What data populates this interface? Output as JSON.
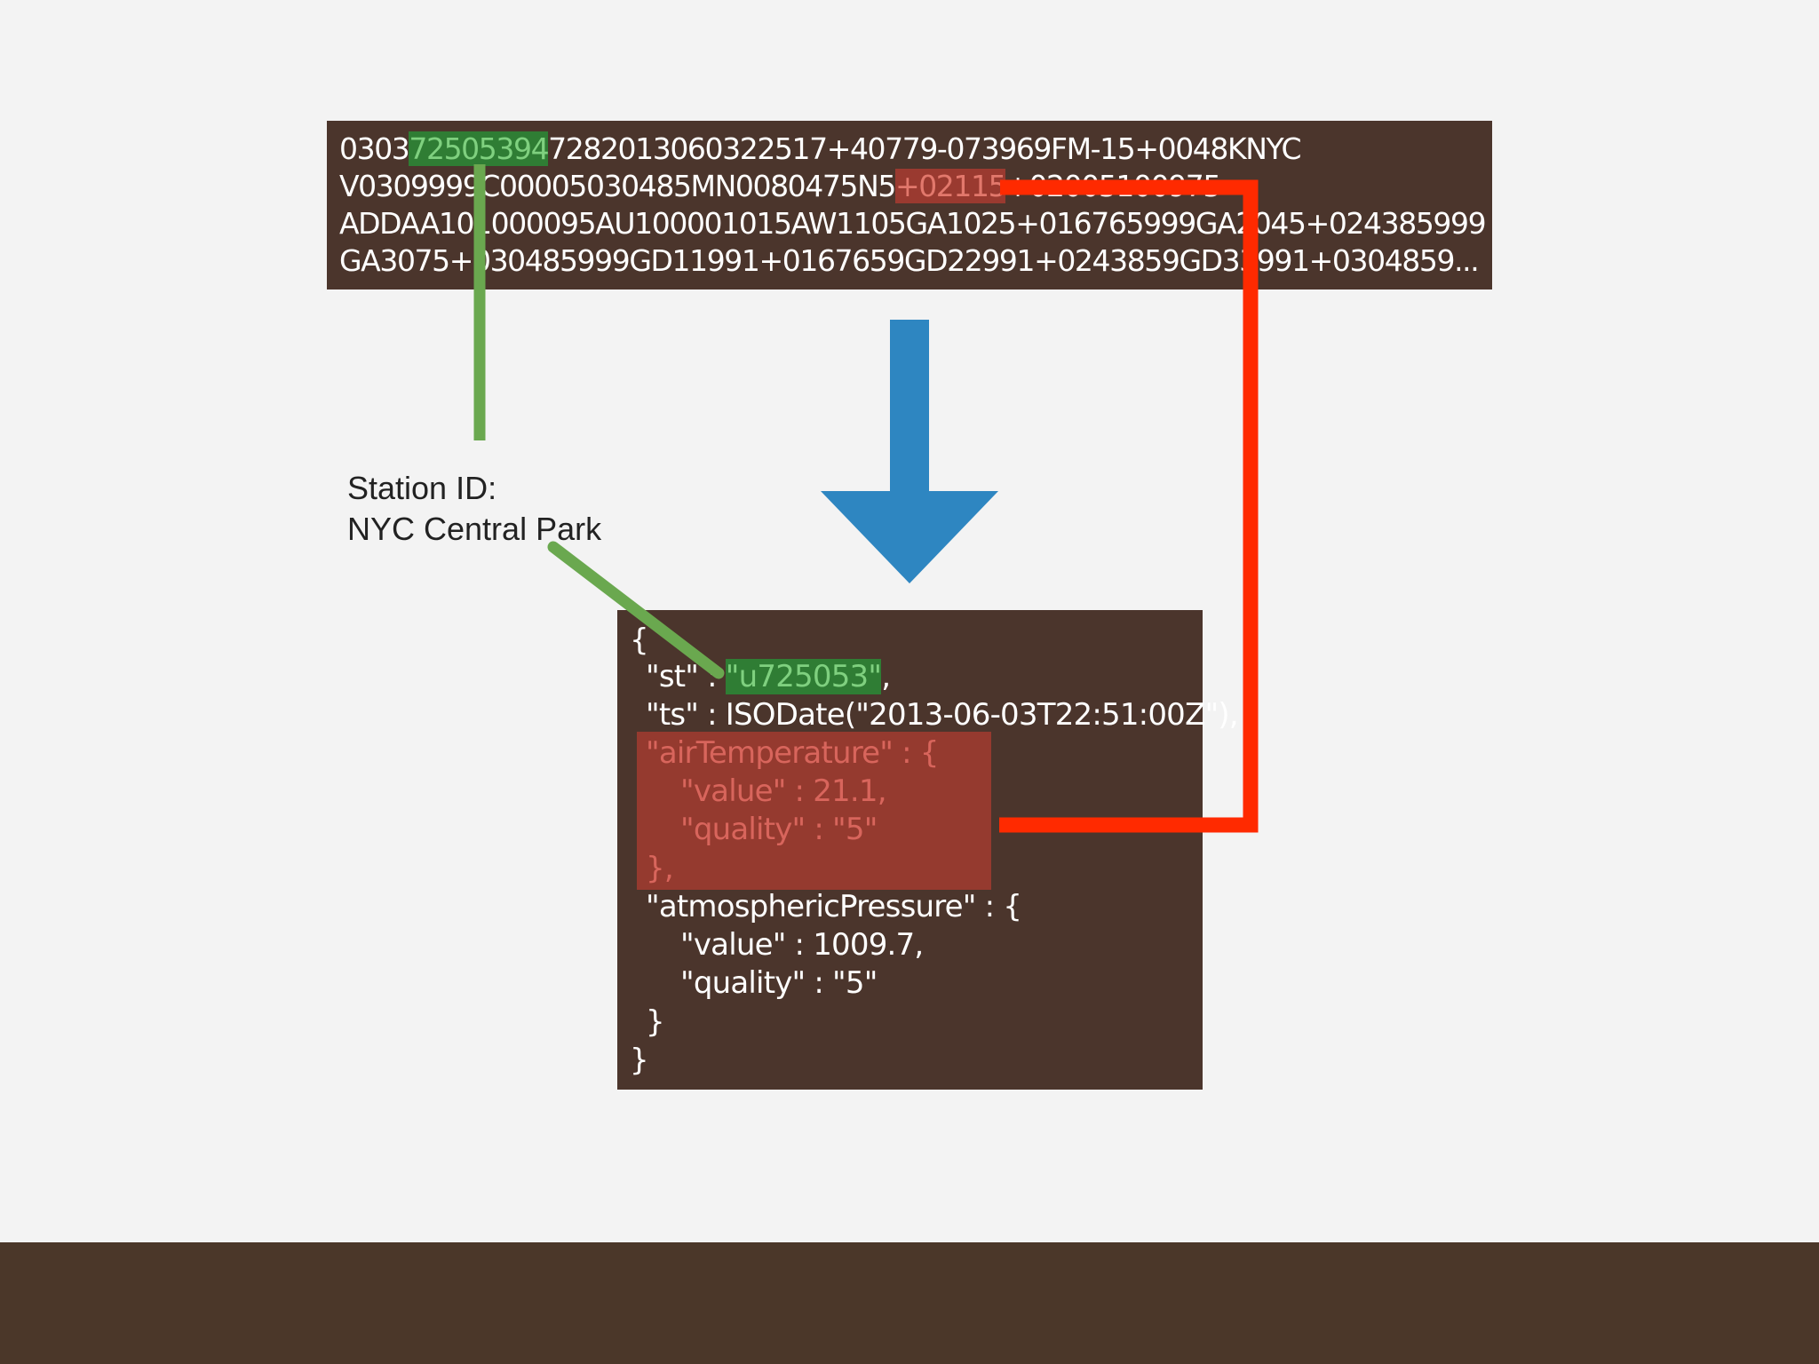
{
  "raw_record": {
    "line1": {
      "pre": "0303",
      "station_highlight": "725053",
      "mid": "94",
      "post": "7282013060322517+40779-073969FM-15+0048KNYC"
    },
    "line2": {
      "pre": "V0309999C00005030485MN0080475N5",
      "temp_highlight": "+02115",
      "post": "+02005100975"
    },
    "line3": "ADDAA101000095AU100001015AW1105GA1025+016765999GA2045+024385999",
    "line4": "GA3075+030485999GD11991+0167659GD22991+0243859GD33991+0304859..."
  },
  "station_label": {
    "line1": "Station ID:",
    "line2": "NYC Central Park"
  },
  "json_doc": {
    "open_brace": "{",
    "st_key": "\"st\" : ",
    "st_value": "\"u725053\"",
    "st_comma": ",",
    "ts_line": "\"ts\" : ISODate(\"2013-06-03T22:51:00Z\"),",
    "air_key": "\"airTemperature\" : {",
    "air_value": "\"value\" : 21.1,",
    "air_quality": "\"quality\" : \"5\"",
    "air_close": "},",
    "pressure_key": "\"atmosphericPressure\" : {",
    "pressure_value": "\"value\" : 1009.7,",
    "pressure_quality": "\"quality\" : \"5\"",
    "inner_close": "}",
    "close_brace": "}"
  },
  "colors": {
    "box_brown": "#4b352c",
    "green_connector": "#6aa84f",
    "red_connector": "#ff2a00",
    "blue_arrow": "#2e86c1",
    "footer": "#4b3729"
  },
  "icons": [
    "down-arrow-icon"
  ]
}
